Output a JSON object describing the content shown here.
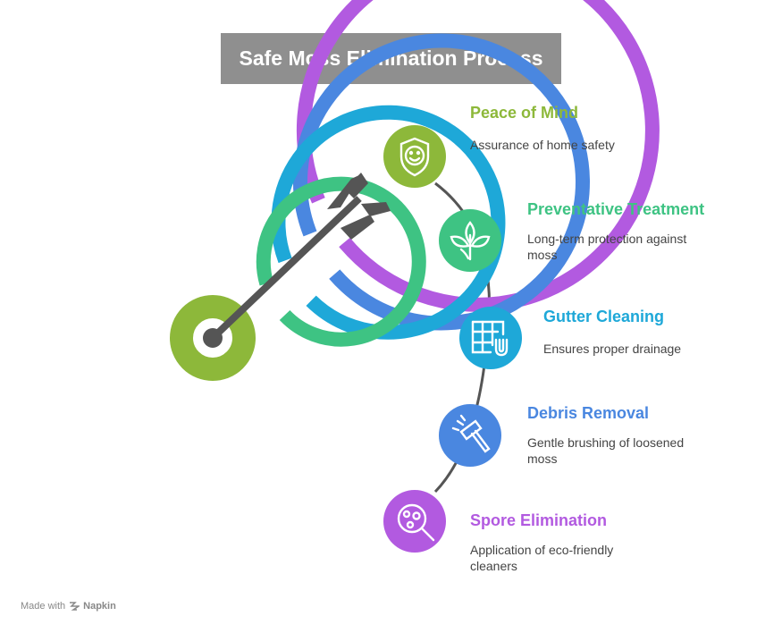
{
  "title": "Safe Moss Elimination Process",
  "steps": [
    {
      "title": "Peace of Mind",
      "desc": "Assurance of home safety",
      "color": "#8db83a",
      "icon": "shield-smile-icon"
    },
    {
      "title": "Preventative Treatment",
      "desc": "Long-term protection against moss",
      "color": "#3ec383",
      "icon": "leaves-icon"
    },
    {
      "title": "Gutter Cleaning",
      "desc": "Ensures proper drainage",
      "color": "#1ea8d8",
      "icon": "gutter-grid-icon"
    },
    {
      "title": "Debris Removal",
      "desc": "Gentle brushing of loosened moss",
      "color": "#4a87e0",
      "icon": "squeegee-icon"
    },
    {
      "title": "Spore Elimination",
      "desc": "Application of eco-friendly cleaners",
      "color": "#b25ae0",
      "icon": "magnifier-spores-icon"
    }
  ],
  "footer": {
    "made_with": "Made with",
    "brand": "Napkin"
  }
}
